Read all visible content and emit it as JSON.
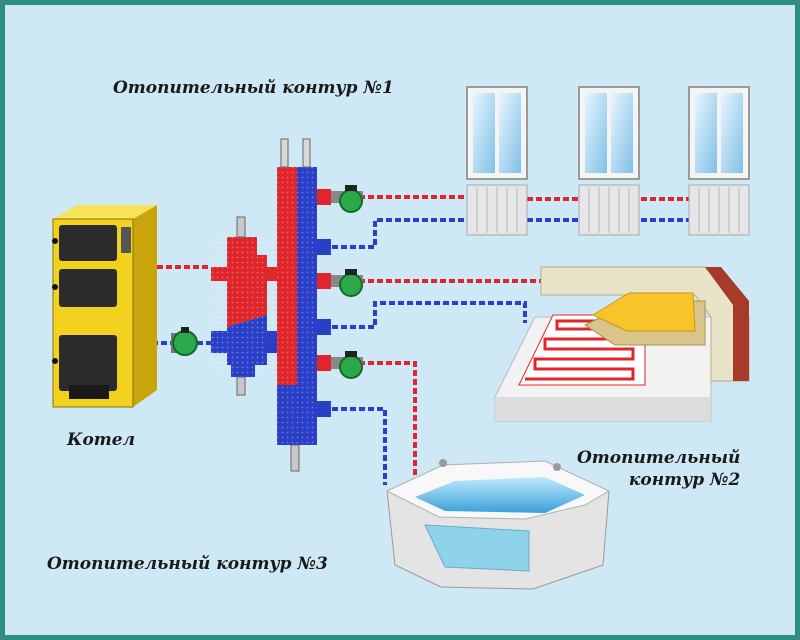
{
  "labels": {
    "circuit1": "Отопительный контур №1",
    "boiler": "Котел",
    "circuit2_line1": "Отопительный",
    "circuit2_line2": "контур №2",
    "circuit3": "Отопительный контур №3"
  },
  "colors": {
    "background": "#cfe8f5",
    "border": "#2f8f7f",
    "hot": "#e0262a",
    "cold": "#2a3fc8",
    "boiler_body": "#f2d21e",
    "pump": "#2aa84a"
  }
}
